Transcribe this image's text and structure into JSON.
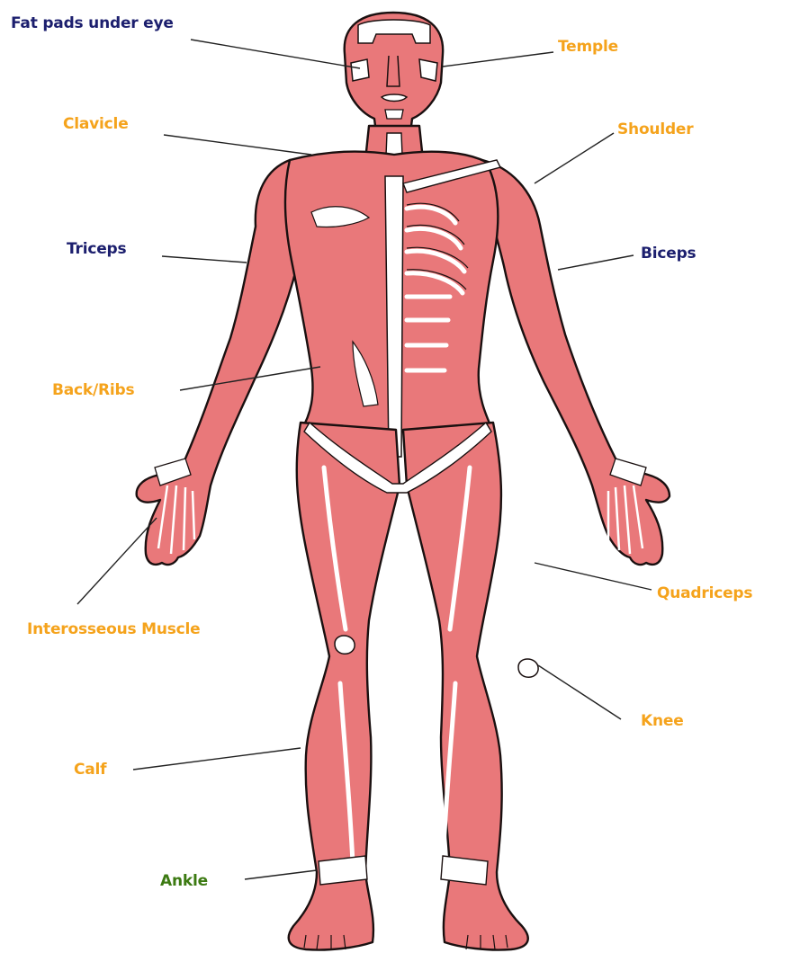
{
  "colors": {
    "muscle": "#e9787a",
    "outline": "#1a1010",
    "tendon": "#ffffff",
    "label_navy": "#1c1f6e",
    "label_orange": "#f5a31c",
    "label_green": "#3c7a12",
    "leader_line": "#222222"
  },
  "labels": {
    "fat_pads": "Fat pads under eye",
    "temple": "Temple",
    "clavicle": "Clavicle",
    "shoulder": "Shoulder",
    "triceps": "Triceps",
    "biceps": "Biceps",
    "back_ribs": "Back/Ribs",
    "interosseous": "Interosseous Muscle",
    "quadriceps": "Quadriceps",
    "knee": "Knee",
    "calf": "Calf",
    "ankle": "Ankle"
  }
}
